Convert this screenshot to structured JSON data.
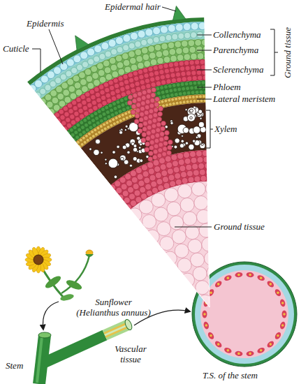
{
  "diagram": {
    "labels": [
      "Epidermal hair",
      "Epidermis",
      "Cuticle",
      "Collenchyma",
      "Parenchyma",
      "Ground tissue",
      "Sclerenchyma",
      "Phloem",
      "Lateral meristem",
      "Xylem",
      "Ground tissue",
      "Sunflower (Helianthus annuus)",
      "Vascular tissue",
      "Stem",
      "T.S. of the stem"
    ]
  }
}
